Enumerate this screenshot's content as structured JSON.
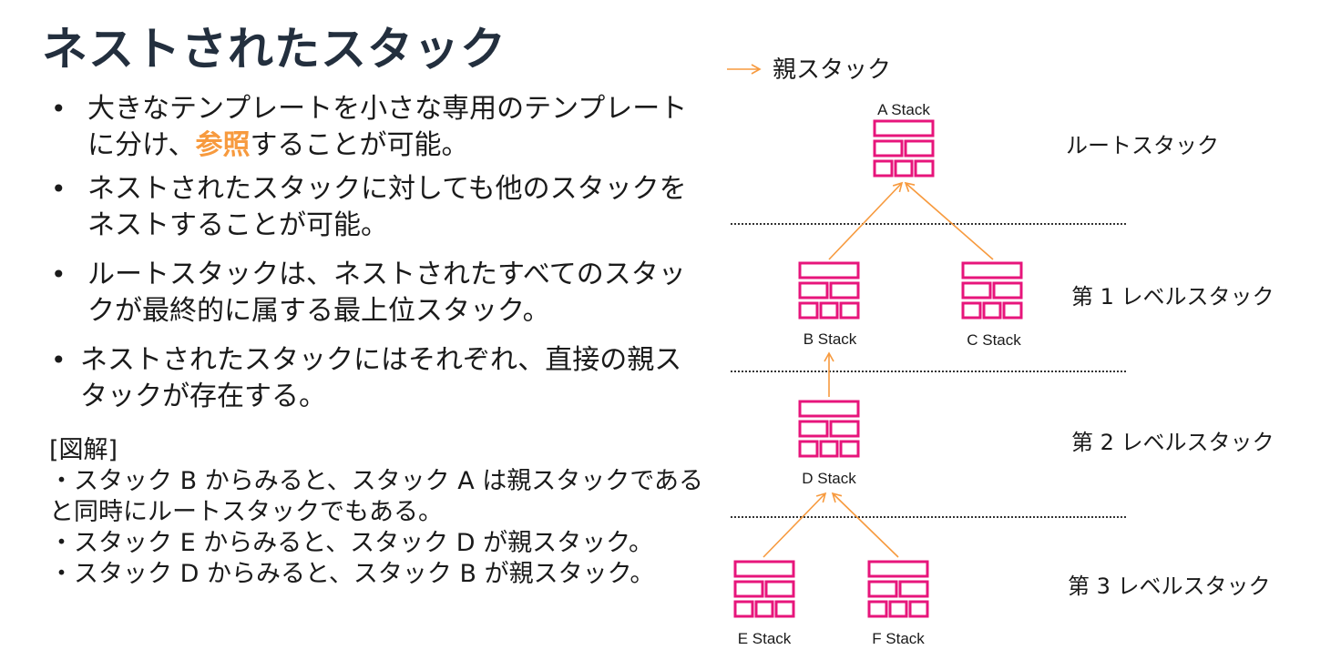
{
  "title": "ネストされたスタック",
  "bullets": [
    {
      "text_before": "大きなテンプレートを小さな専用のテンプレートに分け、",
      "highlight": "参照",
      "text_after": "することが可能。"
    },
    {
      "text": "ネストされたスタックに対しても他のスタックをネストすることが可能。"
    },
    {
      "text": "ルートスタックは、ネストされたすべてのスタックが最終的に属する最上位スタック。"
    },
    {
      "text": "ネストされたスタックにはそれぞれ、直接の親スタックが存在する。"
    }
  ],
  "explanation": {
    "heading": "[図解]",
    "lines": [
      "・スタック B からみると、スタック A は親スタックであると同時にルートスタックでもある。",
      "・スタック E からみると、スタック D が親スタック。",
      "・スタック D からみると、スタック B が親スタック。"
    ]
  },
  "legend": {
    "label": "親スタック",
    "arrow_color": "#f79a3e"
  },
  "stacks": {
    "A": "A Stack",
    "B": "B Stack",
    "C": "C Stack",
    "D": "D Stack",
    "E": "E Stack",
    "F": "F Stack"
  },
  "levels": {
    "root": "ルートスタック",
    "level1": "第 1 レベルスタック",
    "level2": "第 2 レベルスタック",
    "level3": "第 3 レベルスタック"
  },
  "colors": {
    "stack_icon": "#e7157b",
    "arrow": "#f79a3e",
    "title": "#232f3e",
    "highlight": "#f79a3e"
  }
}
